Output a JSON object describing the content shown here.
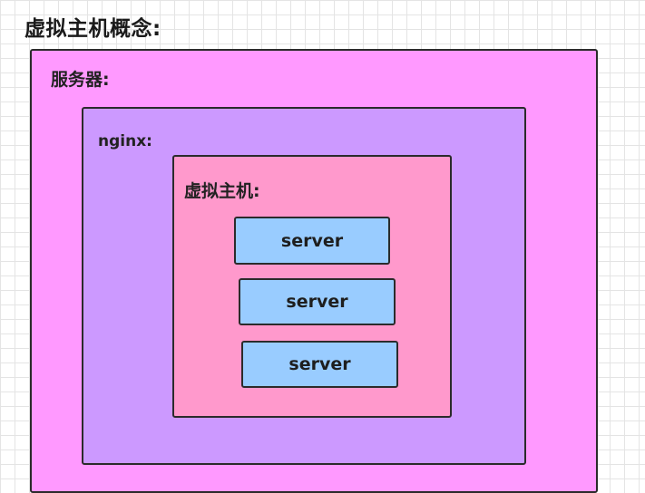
{
  "title": "虚拟主机概念:",
  "outer_box": {
    "label": "服务器:",
    "color": "#ff99ff"
  },
  "nginx_box": {
    "label": "nginx:",
    "color": "#cc99ff"
  },
  "vhost_box": {
    "label": "虚拟主机:",
    "color": "#ff99cc"
  },
  "servers": [
    {
      "label": "server",
      "color": "#99ccff"
    },
    {
      "label": "server",
      "color": "#99ccff"
    },
    {
      "label": "server",
      "color": "#99ccff"
    }
  ]
}
